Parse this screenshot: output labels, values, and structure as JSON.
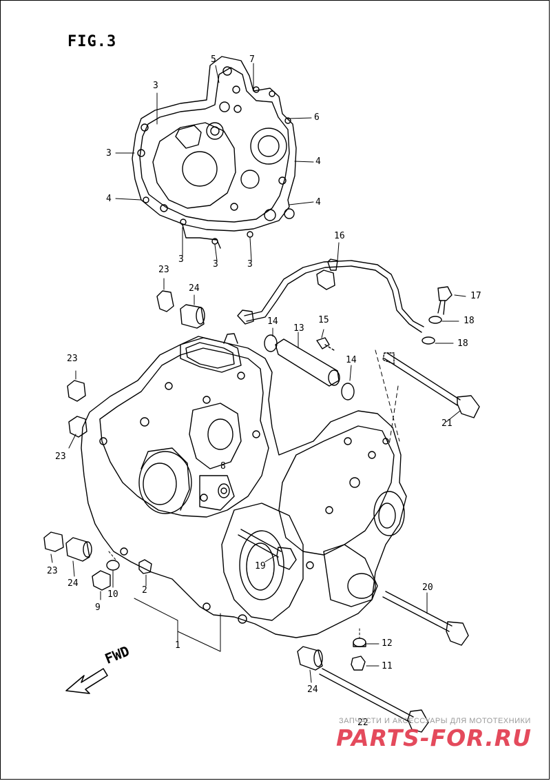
{
  "figure": {
    "title": "FIG.3"
  },
  "callouts": [
    {
      "id": "c-5",
      "label": "5"
    },
    {
      "id": "c-7",
      "label": "7"
    },
    {
      "id": "c-3a",
      "label": "3"
    },
    {
      "id": "c-6",
      "label": "6"
    },
    {
      "id": "c-3b",
      "label": "3"
    },
    {
      "id": "c-4a",
      "label": "4"
    },
    {
      "id": "c-4b",
      "label": "4"
    },
    {
      "id": "c-4c",
      "label": "4"
    },
    {
      "id": "c-3c",
      "label": "3"
    },
    {
      "id": "c-3d",
      "label": "3"
    },
    {
      "id": "c-3e",
      "label": "3"
    },
    {
      "id": "c-16",
      "label": "16"
    },
    {
      "id": "c-23a",
      "label": "23"
    },
    {
      "id": "c-24a",
      "label": "24"
    },
    {
      "id": "c-17",
      "label": "17"
    },
    {
      "id": "c-18a",
      "label": "18"
    },
    {
      "id": "c-14a",
      "label": "14"
    },
    {
      "id": "c-13",
      "label": "13"
    },
    {
      "id": "c-15",
      "label": "15"
    },
    {
      "id": "c-18b",
      "label": "18"
    },
    {
      "id": "c-23b",
      "label": "23"
    },
    {
      "id": "c-14b",
      "label": "14"
    },
    {
      "id": "c-21",
      "label": "21"
    },
    {
      "id": "c-23c",
      "label": "23"
    },
    {
      "id": "c-8",
      "label": "8"
    },
    {
      "id": "c-19",
      "label": "19"
    },
    {
      "id": "c-23d",
      "label": "23"
    },
    {
      "id": "c-24b",
      "label": "24"
    },
    {
      "id": "c-10",
      "label": "10"
    },
    {
      "id": "c-2",
      "label": "2"
    },
    {
      "id": "c-9",
      "label": "9"
    },
    {
      "id": "c-20",
      "label": "20"
    },
    {
      "id": "c-1",
      "label": "1"
    },
    {
      "id": "c-12",
      "label": "12"
    },
    {
      "id": "c-11",
      "label": "11"
    },
    {
      "id": "c-24c",
      "label": "24"
    },
    {
      "id": "c-22",
      "label": "22"
    }
  ],
  "direction": {
    "label": "FWD"
  },
  "watermark": {
    "tagline": "ЗАПЧАСТИ И АКСЕССУАРЫ ДЛЯ МОТОТЕХНИКИ",
    "brand": "PARTS-FOR.RU",
    "color": "#e23b4f"
  }
}
